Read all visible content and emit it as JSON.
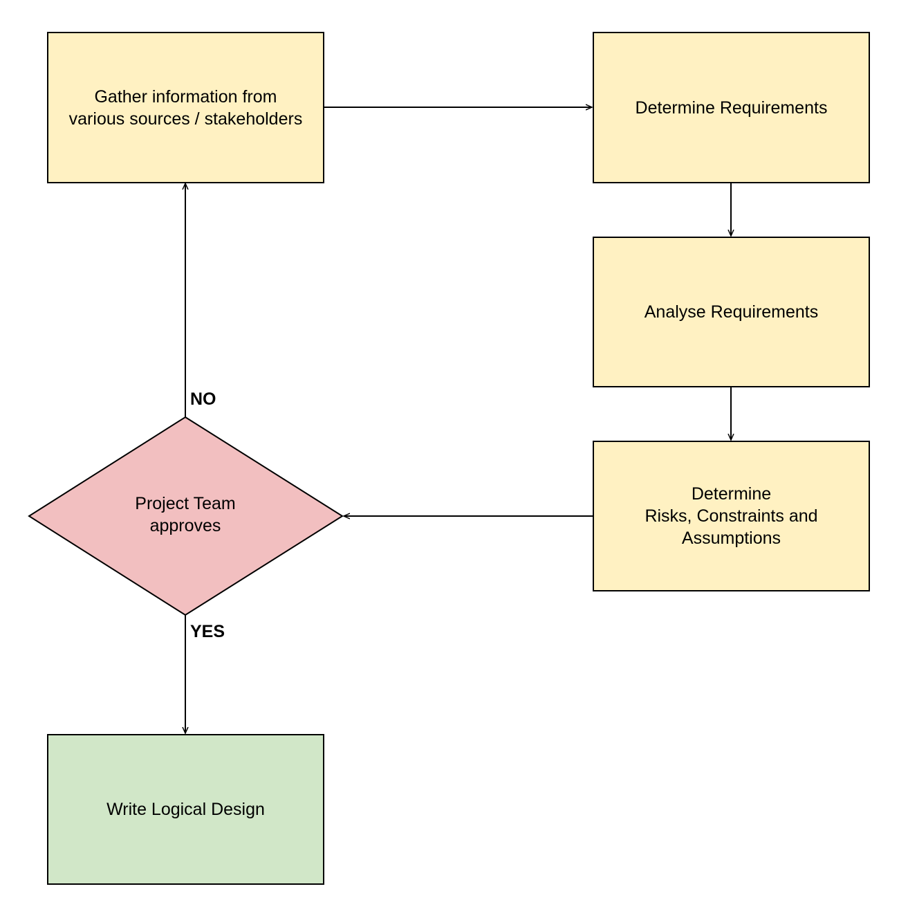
{
  "colors": {
    "process_fill": "#fff1c2",
    "decision_fill": "#f2bfc0",
    "end_fill": "#d1e7c8",
    "stroke": "#000000"
  },
  "nodes": {
    "gather": "Gather information from\nvarious sources / stakeholders",
    "determine_requirements": "Determine Requirements",
    "analyse_requirements": "Analyse Requirements",
    "determine_risks": "Determine\nRisks, Constraints and\nAssumptions",
    "decision": "Project Team\napproves",
    "write_design": "Write Logical Design"
  },
  "edges": {
    "no_label": "NO",
    "yes_label": "YES"
  }
}
